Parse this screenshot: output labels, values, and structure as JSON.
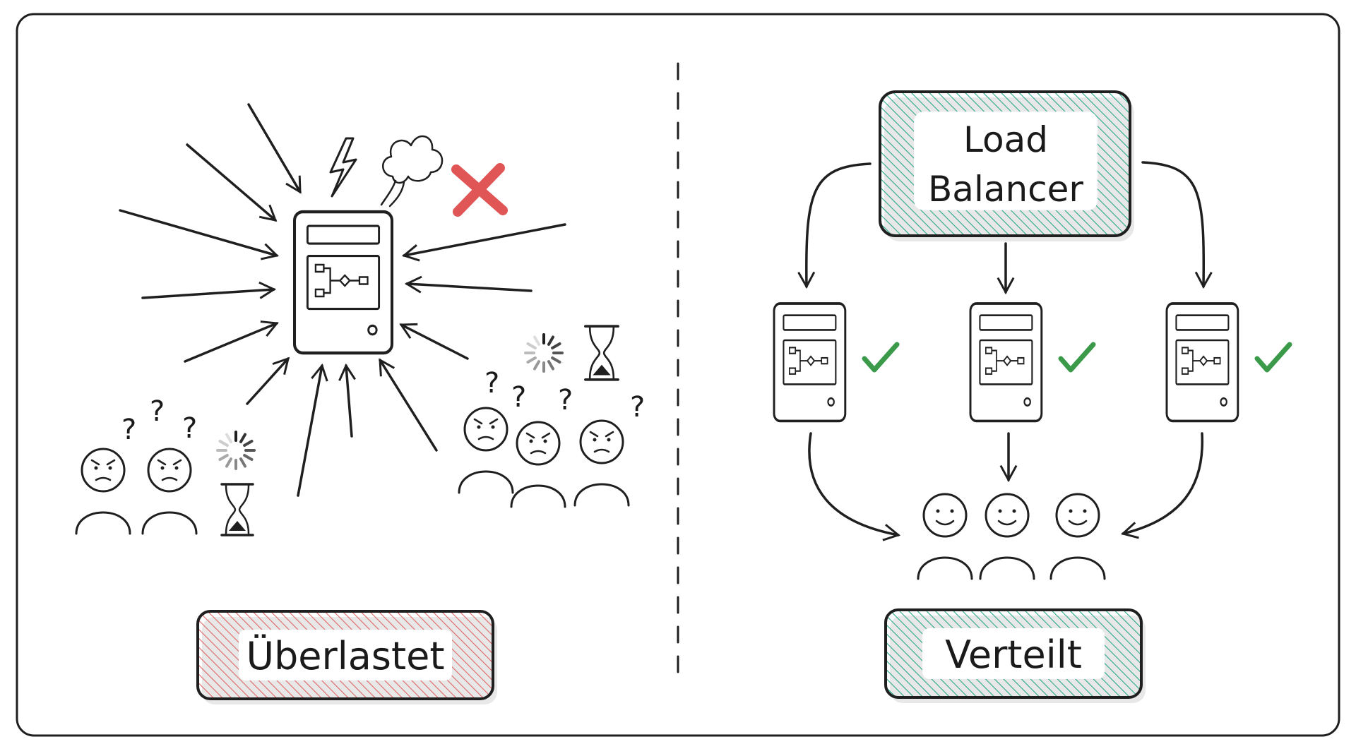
{
  "left": {
    "label": "Überlastet",
    "label_color": "#e06666",
    "question_mark": "?",
    "icons": [
      "lightning-icon",
      "smoke-cloud-icon",
      "x-mark-icon",
      "hourglass-icon",
      "loading-spinner-icon"
    ],
    "x_color": "#e05555"
  },
  "right": {
    "balancer_line1": "Load",
    "balancer_line2": "Balancer",
    "label": "Verteilt",
    "accent_color": "#2aa889",
    "check_color": "#3a9a4a",
    "icons": [
      "check-icon",
      "smiley-face-icon"
    ]
  }
}
